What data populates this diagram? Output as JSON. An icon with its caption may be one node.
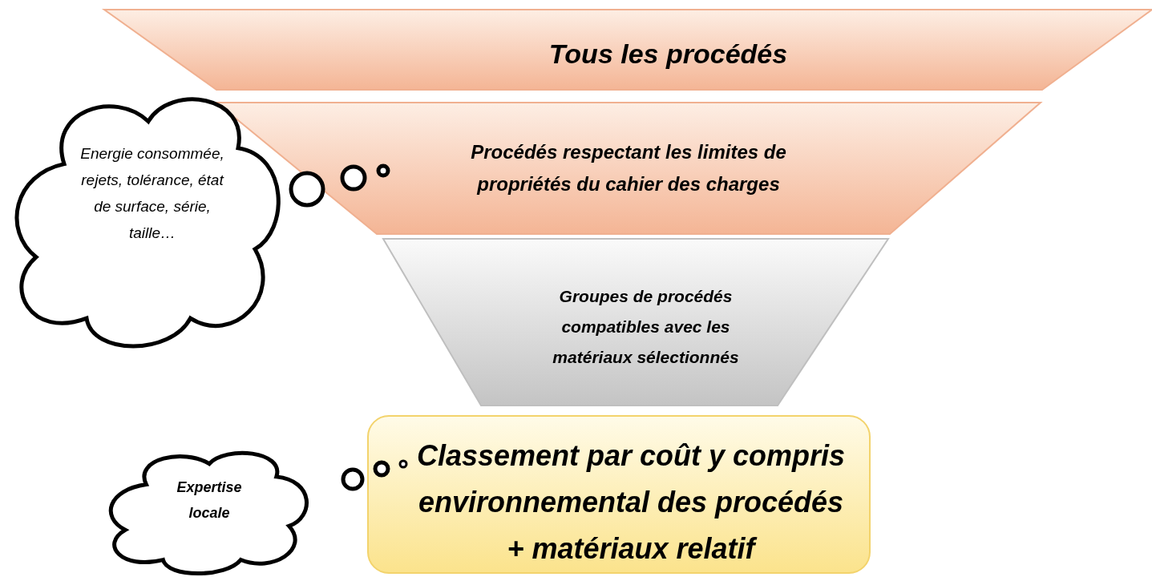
{
  "diagram": {
    "nodes": [
      {
        "text": [
          "Tous les procédés"
        ]
      },
      {
        "text": [
          "Procédés respectant les limites de propriétés du cahier des charges"
        ]
      },
      {
        "text": [
          "Groupes de procédés compatibles avec les matériaux sélectionnés"
        ]
      },
      {
        "text": [
          "Classement par coût y compris environnemental des procédés + matériaux relatif"
        ]
      },
      {
        "text": [
          "Energie consommée, rejets, tolérance, état de surface, série, taille…"
        ]
      },
      {
        "text": [
          "Expertise locale"
        ]
      }
    ]
  }
}
